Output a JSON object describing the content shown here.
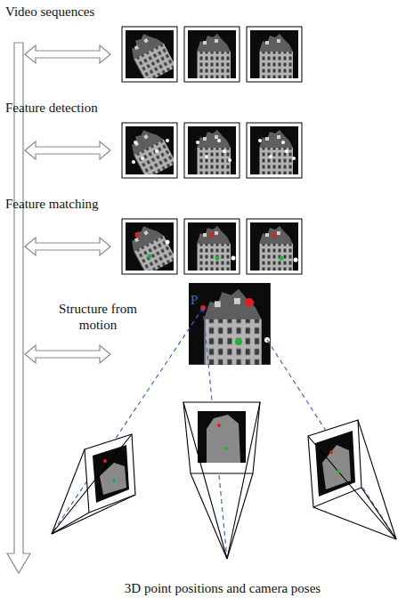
{
  "diagram": {
    "labels": [
      "Video sequences",
      "Feature detection",
      "Feature matching",
      "Structure from motion",
      "P",
      "3D point positions and camera poses"
    ]
  }
}
